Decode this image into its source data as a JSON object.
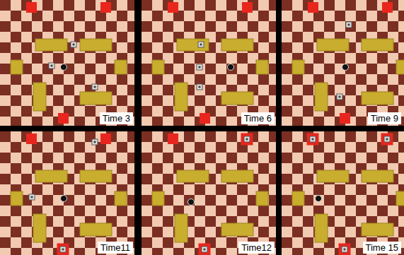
{
  "diagram": {
    "labels": [
      "Time 3",
      "Time 6",
      "Time 9",
      "Time11",
      "Time12",
      "Time 15"
    ]
  }
}
